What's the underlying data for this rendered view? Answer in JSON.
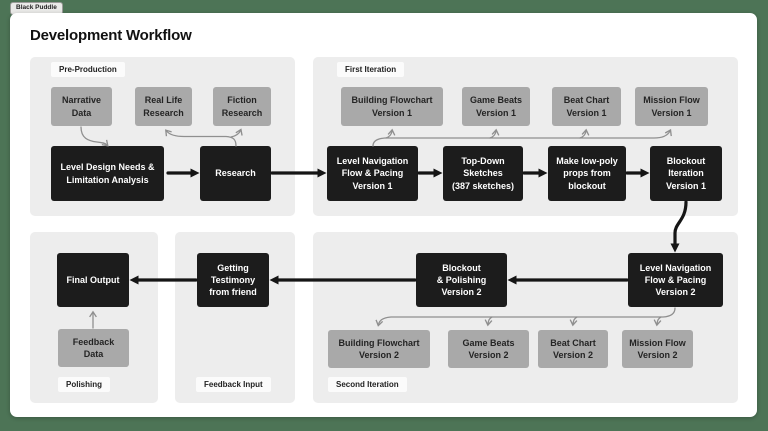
{
  "window_badge": {
    "label": "Black Puddle"
  },
  "page": {
    "title": "Development Workflow"
  },
  "colors": {
    "frame_green": "#4d7456",
    "card_bg": "#ffffff",
    "panel_bg": "#ededed",
    "node_dark_bg": "#1c1c1c",
    "node_dark_text": "#ffffff",
    "node_gray_bg": "#a9a9a9",
    "node_gray_text": "#242424",
    "arrow_thick": "#151515",
    "arrow_thin": "#8f8f8f",
    "section_label_bg": "#fbfbfb"
  },
  "sections": {
    "pre_production": {
      "label": "Pre-Production"
    },
    "first_iteration": {
      "label": "First Iteration"
    },
    "polishing": {
      "label": "Polishing"
    },
    "feedback_input": {
      "label": "Feedback Input"
    },
    "second_iteration": {
      "label": "Second Iteration"
    }
  },
  "nodes": {
    "narrative_data": "Narrative\nData",
    "real_life_research": "Real Life\nResearch",
    "fiction_research": "Fiction\nResearch",
    "level_design_needs": "Level Design Needs &\nLimitation Analysis",
    "research": "Research",
    "building_flowchart_v1": "Building Flowchart\nVersion 1",
    "game_beats_v1": "Game Beats\nVersion 1",
    "beat_chart_v1": "Beat Chart\nVersion 1",
    "mission_flow_v1": "Mission Flow\nVersion 1",
    "level_nav_v1": "Level Navigation\nFlow & Pacing\nVersion 1",
    "top_down_sketches": "Top-Down\nSketches\n(387 sketches)",
    "make_low_poly": "Make low-poly\nprops from\nblockout",
    "blockout_iteration_v1": "Blockout\nIteration\nVersion 1",
    "final_output": "Final Output",
    "feedback_data": "Feedback\nData",
    "getting_testimony": "Getting\nTestimony\nfrom friend",
    "blockout_polishing_v2": "Blockout\n& Polishing\nVersion 2",
    "level_nav_v2": "Level Navigation\nFlow & Pacing\nVersion 2",
    "building_flowchart_v2": "Building Flowchart\nVersion 2",
    "game_beats_v2": "Game Beats\nVersion 2",
    "beat_chart_v2": "Beat Chart\nVersion 2",
    "mission_flow_v2": "Mission Flow\nVersion 2"
  }
}
